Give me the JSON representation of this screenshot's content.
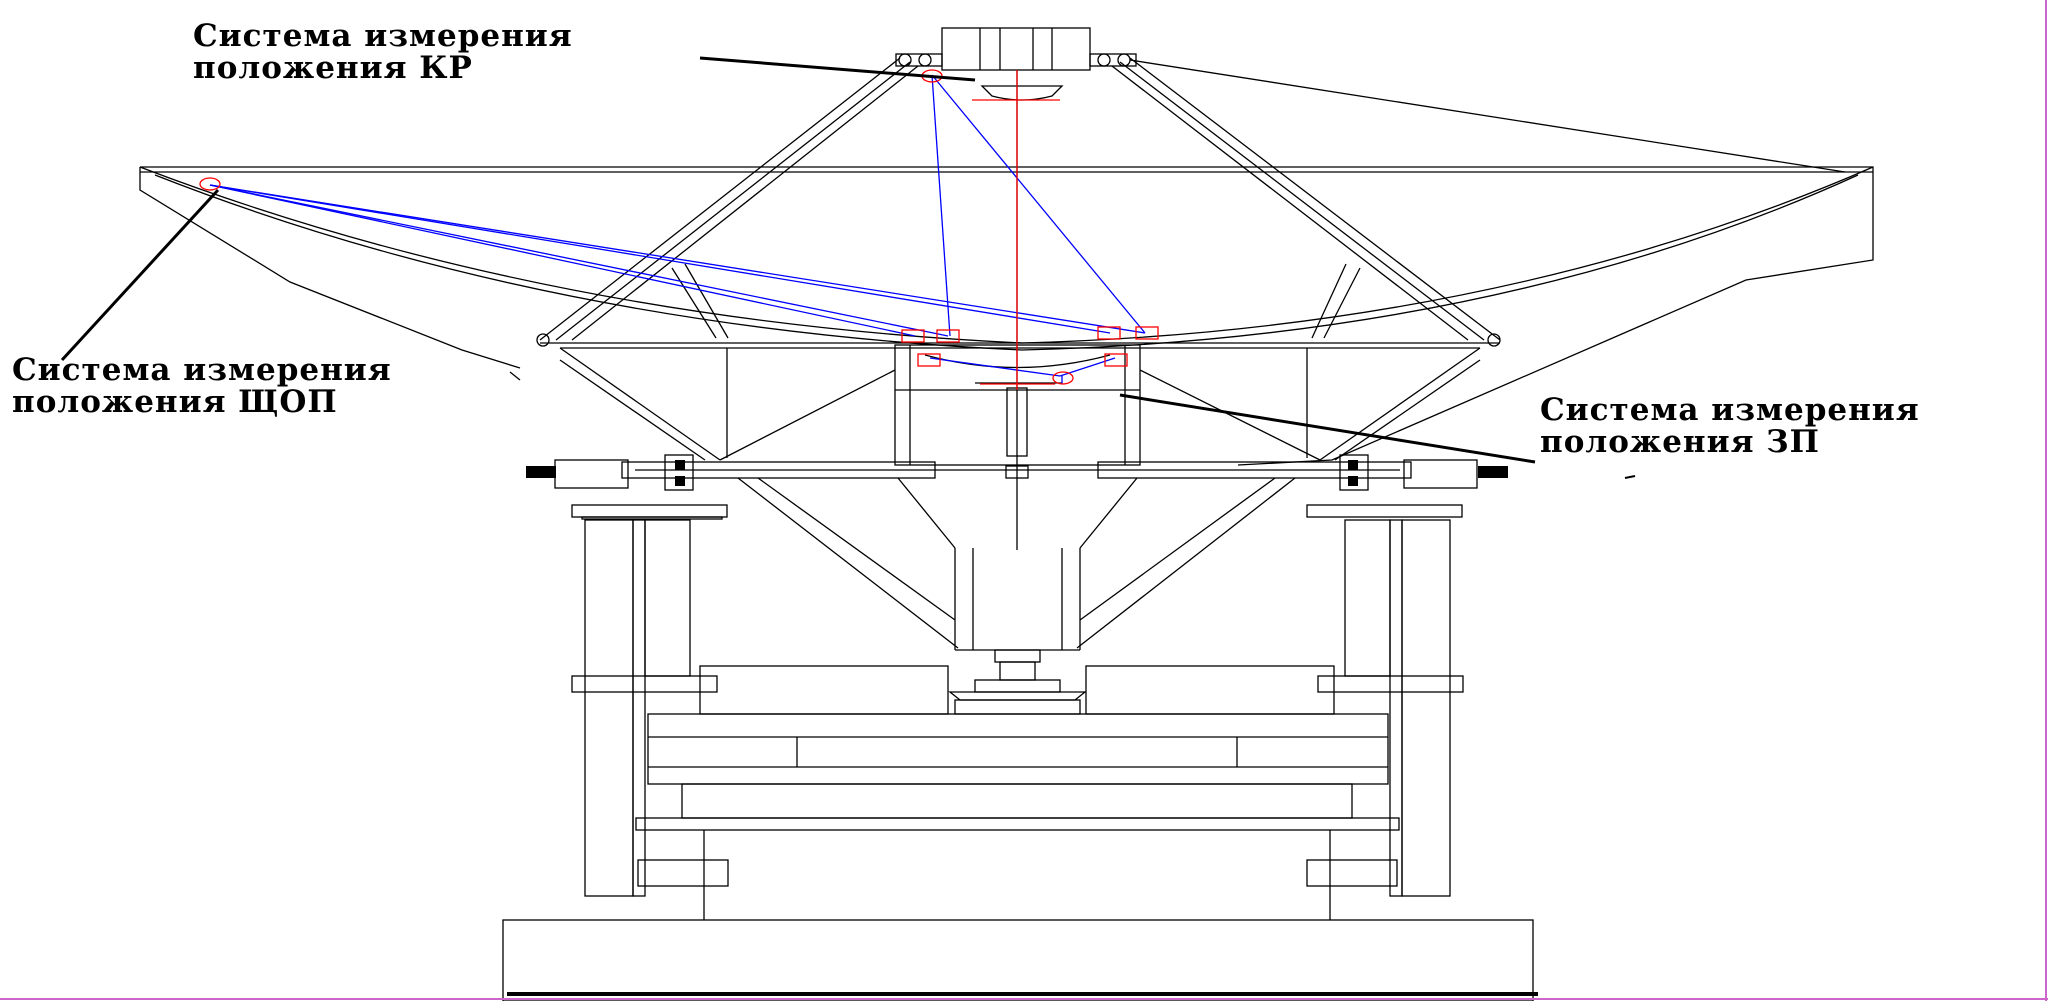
{
  "labels": {
    "kr": {
      "line1": "Система измерения",
      "line2": "положения КР"
    },
    "shop": {
      "line1": "Система измерения",
      "line2": "положения ЩОП"
    },
    "zp": {
      "line1": "Система измерения",
      "line2": "положения ЗП"
    }
  },
  "colors": {
    "structure": "#000000",
    "measurement_beam": "#0000ff",
    "sensor": "#ff0000",
    "frame_edge": "#cc66cc"
  }
}
